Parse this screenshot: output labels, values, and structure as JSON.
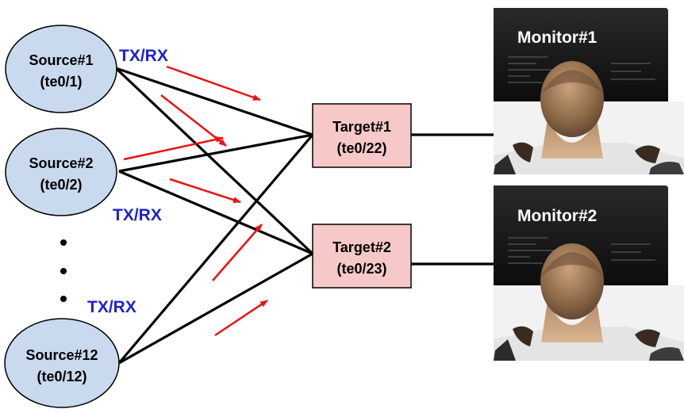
{
  "sources": [
    {
      "name": "Source#1",
      "port": "(te0/1)"
    },
    {
      "name": "Source#2",
      "port": "(te0/2)"
    },
    {
      "name": "Source#12",
      "port": "(te0/12)"
    }
  ],
  "targets": [
    {
      "name": "Target#1",
      "port": "(te0/22)"
    },
    {
      "name": "Target#2",
      "port": "(te0/23)"
    }
  ],
  "monitors": [
    {
      "name": "Monitor#1"
    },
    {
      "name": "Monitor#2"
    }
  ],
  "link_labels": [
    "TX/RX",
    "TX/RX",
    "TX/RX"
  ],
  "colors": {
    "source_fill": "#c9d9ee",
    "target_fill": "#f7c8c8",
    "txrx_text": "#1f1fd6",
    "flow_arrow": "#ee1111",
    "link_line": "#000000"
  }
}
